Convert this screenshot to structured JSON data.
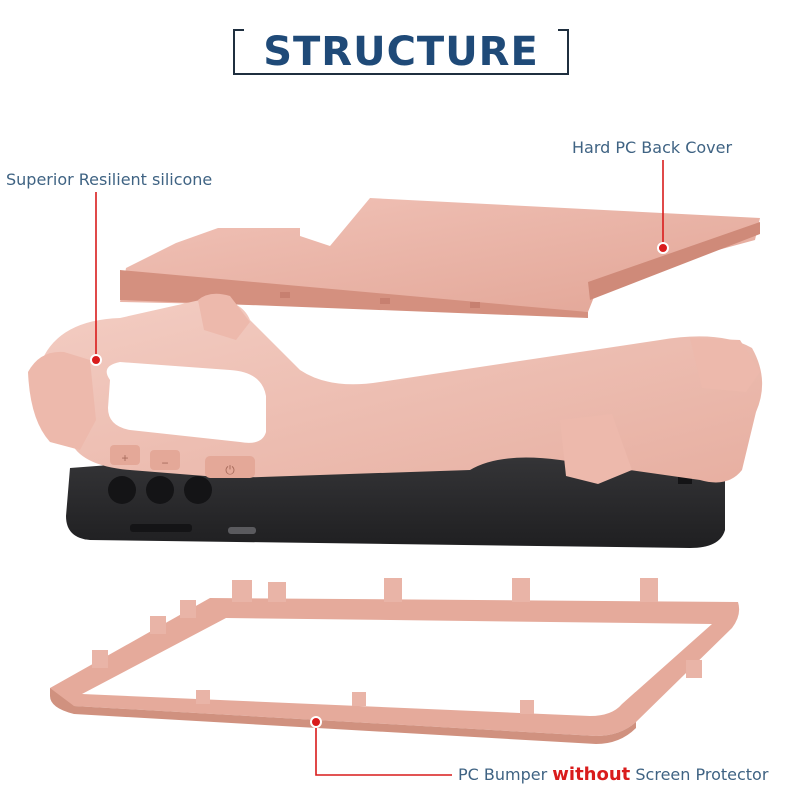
{
  "title": "STRUCTURE",
  "labels": {
    "silicone": "Superior Resilient silicone",
    "back_cover": "Hard PC Back Cover",
    "bumper_pre": "PC Bumper ",
    "bumper_em": "without",
    "bumper_post": " Screen Protector"
  },
  "phone_buttons": {
    "plus": "+",
    "minus": "−",
    "power": "⏻"
  },
  "colors": {
    "title": "#1f4a78",
    "label": "#3f6383",
    "accent": "#d91c1c",
    "rose": "#e8b0a4",
    "phone": "#2b2b2d"
  }
}
